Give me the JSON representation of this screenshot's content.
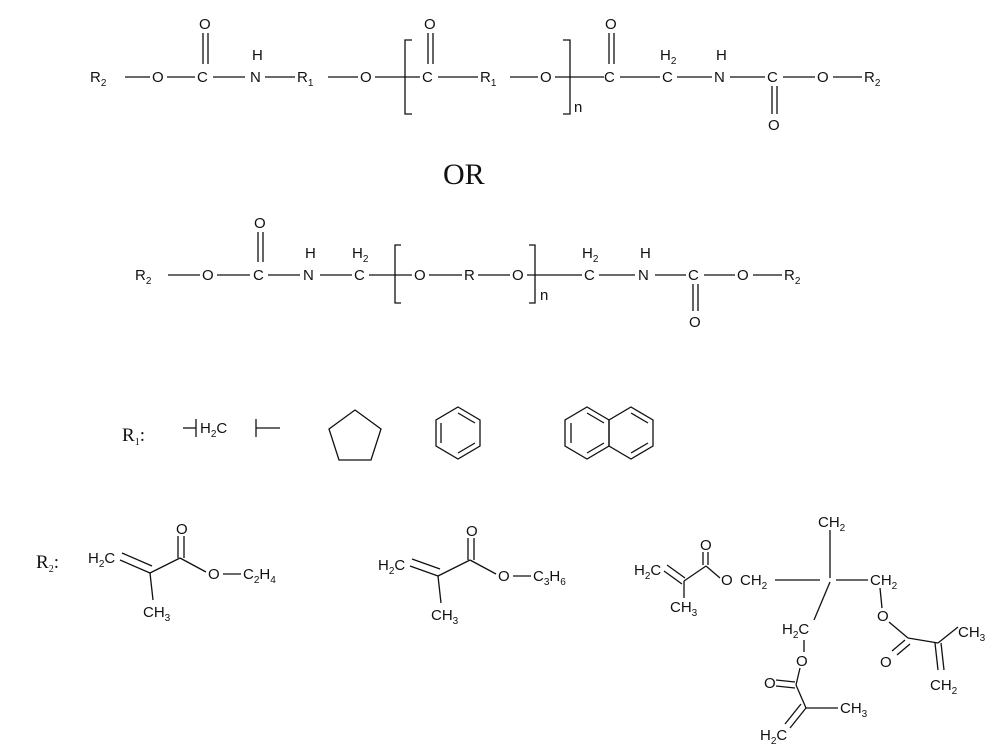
{
  "structure1": {
    "r2_left": "R2",
    "o1": "O",
    "c1": "C",
    "o1_dbl": "O",
    "nh1_h": "H",
    "nh1_n": "N",
    "r1_a": "R1",
    "o2": "O",
    "c2": "C",
    "c2_dbl": "O",
    "r1_b": "R1",
    "o3": "O",
    "n_repeat": "n",
    "c3": "C",
    "c3_dbl": "O",
    "ch2": "C",
    "ch2_h": "H2",
    "nh2_h": "H",
    "nh2_n": "N",
    "c4": "C",
    "c4_dbl": "O",
    "o4": "O",
    "r2_right": "R2"
  },
  "or_label": "OR",
  "structure2": {
    "r2_left": "R2",
    "o1": "O",
    "c1": "C",
    "c1_dbl": "O",
    "nh1_h": "H",
    "nh1_n": "N",
    "ch2a": "C",
    "ch2a_h": "H2",
    "o2": "O",
    "r": "R",
    "o3": "O",
    "n_repeat": "n",
    "ch2b": "C",
    "ch2b_h": "H2",
    "nh2_h": "H",
    "nh2_n": "N",
    "c2": "C",
    "c2_dbl": "O",
    "o4": "O",
    "r2_right": "R2"
  },
  "r1_options": {
    "label": "R1:",
    "methylene": "H2C",
    "rings": [
      "cyclopentane-icon",
      "benzene-icon",
      "naphthalene-icon"
    ]
  },
  "r2_options": {
    "label": "R2:",
    "opt1": {
      "h2c": "H2C",
      "o_dbl": "O",
      "o_ester": "O",
      "chain": "C2H4",
      "ch3": "CH3"
    },
    "opt2": {
      "h2c": "H2C",
      "o_dbl": "O",
      "o_ester": "O",
      "chain": "C3H6",
      "ch3": "CH3"
    },
    "opt3": {
      "top_ch2": "CH2",
      "left_h2c": "H2C",
      "left_ch3": "CH3",
      "left_o_dbl": "O",
      "left_o": "O",
      "left_ch2": "CH2",
      "right_ch2": "CH2",
      "right_o": "O",
      "right_o_dbl": "O",
      "right_ch3": "CH3",
      "right_ch2_term": "CH2",
      "down_h2c": "H2C",
      "down_o": "O",
      "down_o_dbl": "O",
      "down_ch3": "CH3",
      "down_h2c_term": "H2C"
    }
  }
}
